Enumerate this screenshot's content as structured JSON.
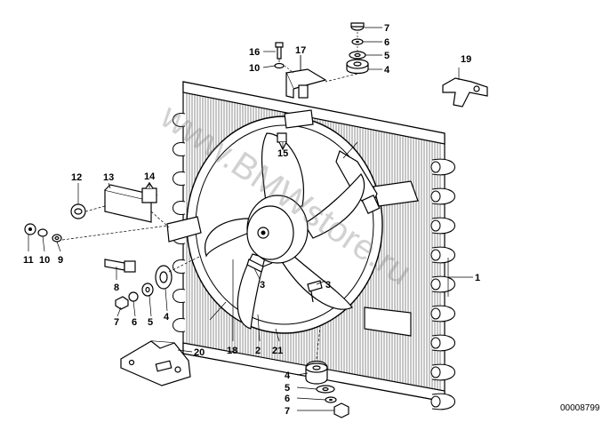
{
  "diagram": {
    "watermark": "www.BMWstore.ru",
    "reference_number": "00008799",
    "callouts": {
      "c7_top": "7",
      "c6_top": "6",
      "c5_top": "5",
      "c4_top": "4",
      "c16": "16",
      "c10_top": "10",
      "c17": "17",
      "c19": "19",
      "c15": "15",
      "c12": "12",
      "c13": "13",
      "c14": "14",
      "c11": "11",
      "c10_left": "10",
      "c9": "9",
      "c8": "8",
      "c7_left": "7",
      "c6_left": "6",
      "c5_left": "5",
      "c4_left": "4",
      "c3_left": "3",
      "c3_right": "3",
      "c1": "1",
      "c18": "18",
      "c2": "2",
      "c21": "21",
      "c20": "20",
      "c4_bottom": "4",
      "c5_bottom": "5",
      "c6_bottom": "6",
      "c7_bottom": "7"
    }
  }
}
